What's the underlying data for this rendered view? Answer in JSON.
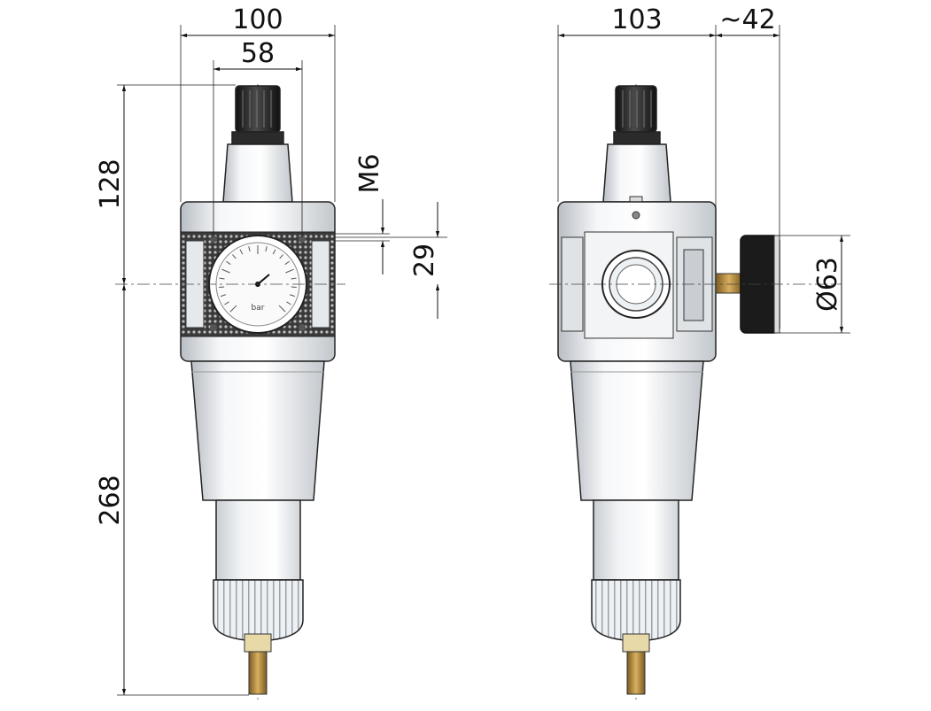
{
  "dimensions": {
    "width_total": "100",
    "width_gauge": "58",
    "height_top": "128",
    "height_bottom": "268",
    "thread": "M6",
    "offset": "29",
    "depth": "103",
    "gauge_depth": "~42",
    "gauge_diameter": "Ø63"
  },
  "gauge": {
    "unit": "bar"
  },
  "colors": {
    "metal_light": "#f4f6f8",
    "metal_mid": "#d7dbe0",
    "metal_dark": "#9aa1a8",
    "knob": "#1f1f1f",
    "brass": "#b08a3c",
    "bowl": "#e9edf0",
    "gauge_face": "#fafafa"
  }
}
